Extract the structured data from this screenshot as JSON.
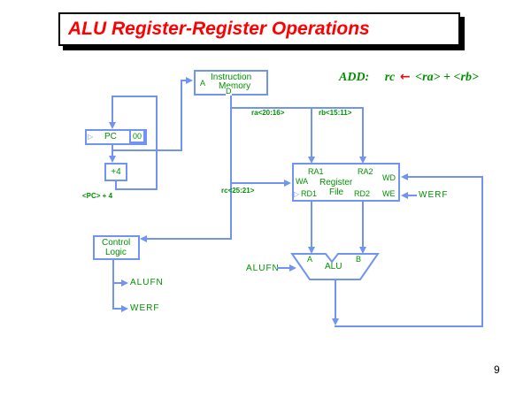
{
  "title": "ALU Register-Register Operations",
  "annotation": {
    "op": "ADD:",
    "dest": "rc",
    "arrow_glyph": "←",
    "src": "<ra> + <rb>"
  },
  "page_number": "9",
  "colors": {
    "wire_blue": "#7193f1",
    "label_green": "#009100",
    "title_red": "#ff0000",
    "annotation_arrow_red": "#e01010"
  },
  "icons": {
    "clock_edge": "▷"
  },
  "diagram": {
    "instruction_memory": {
      "name_line1": "Instruction",
      "name_line2": "Memory",
      "port_a": "A",
      "port_d": "D"
    },
    "pc": {
      "label": "PC",
      "low_bits": "00"
    },
    "plus4": {
      "label": "+4"
    },
    "pc_plus_4_label": "<PC> + 4",
    "ra_field_label": "ra<20:16>",
    "rb_field_label": "rb<15:11>",
    "rc_field_label": "rc<25:21>",
    "register_file": {
      "name_line1": "Register",
      "name_line2": "File",
      "port_ra1": "RA1",
      "port_ra2": "RA2",
      "port_wa": "WA",
      "port_wd": "WD",
      "port_rd1": "RD1",
      "port_rd2": "RD2",
      "port_we": "WE"
    },
    "werf_input_label": "WERF",
    "alu": {
      "label": "ALU",
      "port_a": "A",
      "port_b": "B"
    },
    "alufn_input_label": "ALUFN",
    "control_logic": {
      "name_line1": "Control",
      "name_line2": "Logic",
      "out_alufn": "ALUFN",
      "out_werf": "WERF"
    }
  }
}
